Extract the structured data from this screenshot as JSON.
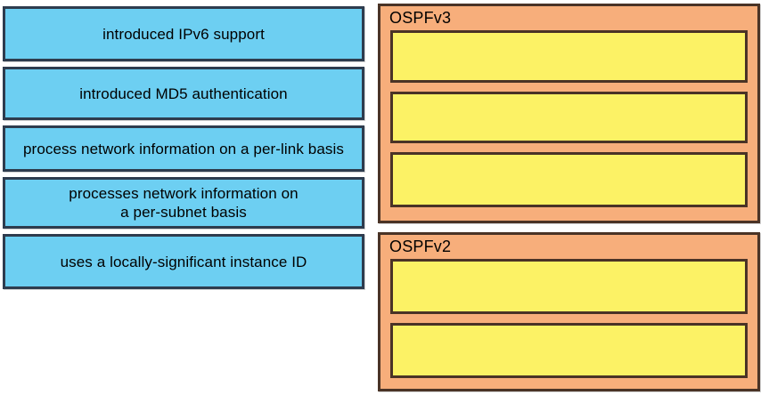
{
  "diagram": {
    "type": "drag-and-drop-matching",
    "colors": {
      "source_item_fill": "#6DCFF2",
      "source_item_border": "#2E3C4E",
      "panel_fill": "#F7AE7B",
      "panel_border": "#4A3326",
      "slot_fill": "#FCF265",
      "slot_border": "#4A3326",
      "background": "#FFFFFF",
      "text": "#000000"
    }
  },
  "source_items": [
    {
      "id": "item-1",
      "label": "introduced IPv6 support"
    },
    {
      "id": "item-2",
      "label": "introduced MD5 authentication"
    },
    {
      "id": "item-3",
      "label": "process network information on a per-link basis"
    },
    {
      "id": "item-4",
      "label": "processes network information on\na per-subnet basis"
    },
    {
      "id": "item-5",
      "label": "uses a locally-significant instance ID"
    }
  ],
  "targets": [
    {
      "id": "ospfv3",
      "title": "OSPFv3",
      "slots": [
        {
          "id": "ospfv3-slot-1",
          "label": ""
        },
        {
          "id": "ospfv3-slot-2",
          "label": ""
        },
        {
          "id": "ospfv3-slot-3",
          "label": ""
        }
      ]
    },
    {
      "id": "ospfv2",
      "title": "OSPFv2",
      "slots": [
        {
          "id": "ospfv2-slot-1",
          "label": ""
        },
        {
          "id": "ospfv2-slot-2",
          "label": ""
        }
      ]
    }
  ]
}
